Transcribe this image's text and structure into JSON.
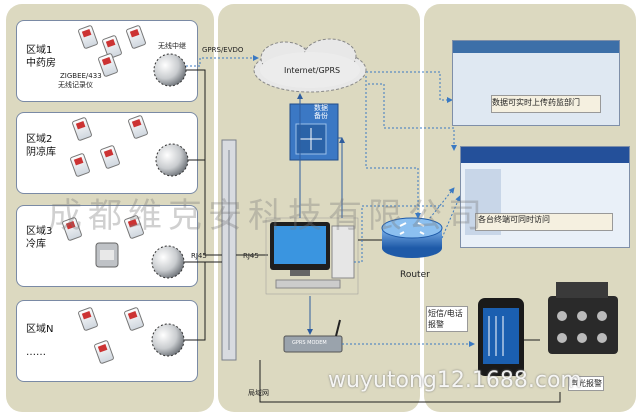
{
  "zones": [
    {
      "name": "区域1",
      "sub": "中药房",
      "extra": "ZIGBEE/433",
      "extra2": "无线记录仪",
      "relay": "无线中继"
    },
    {
      "name": "区域2",
      "sub": "阴凉库"
    },
    {
      "name": "区域3",
      "sub": "冷库",
      "rj45": "RJ45"
    },
    {
      "name": "区域N",
      "sub": "……"
    }
  ],
  "labels": {
    "gprs_evdo": "GPRS/EVDO",
    "internet": "Internet/GPRS",
    "backup": "数据备份",
    "rj45_mid": "RJ45",
    "router": "Router",
    "lan": "局域网",
    "upload": "数据可实时上传药监部门",
    "terminal": "各台终端可同时访问",
    "sms": "短信/电话报警",
    "alarm": "声光报警",
    "modem": "GPRS MODEM"
  },
  "watermark": {
    "company": "成都维克安科技有限公司",
    "site": "wuyutong12.1688.com"
  },
  "colors": {
    "panel": "#dedcc4",
    "line": "#2e5d9e",
    "dotted": "#3a79c2"
  }
}
